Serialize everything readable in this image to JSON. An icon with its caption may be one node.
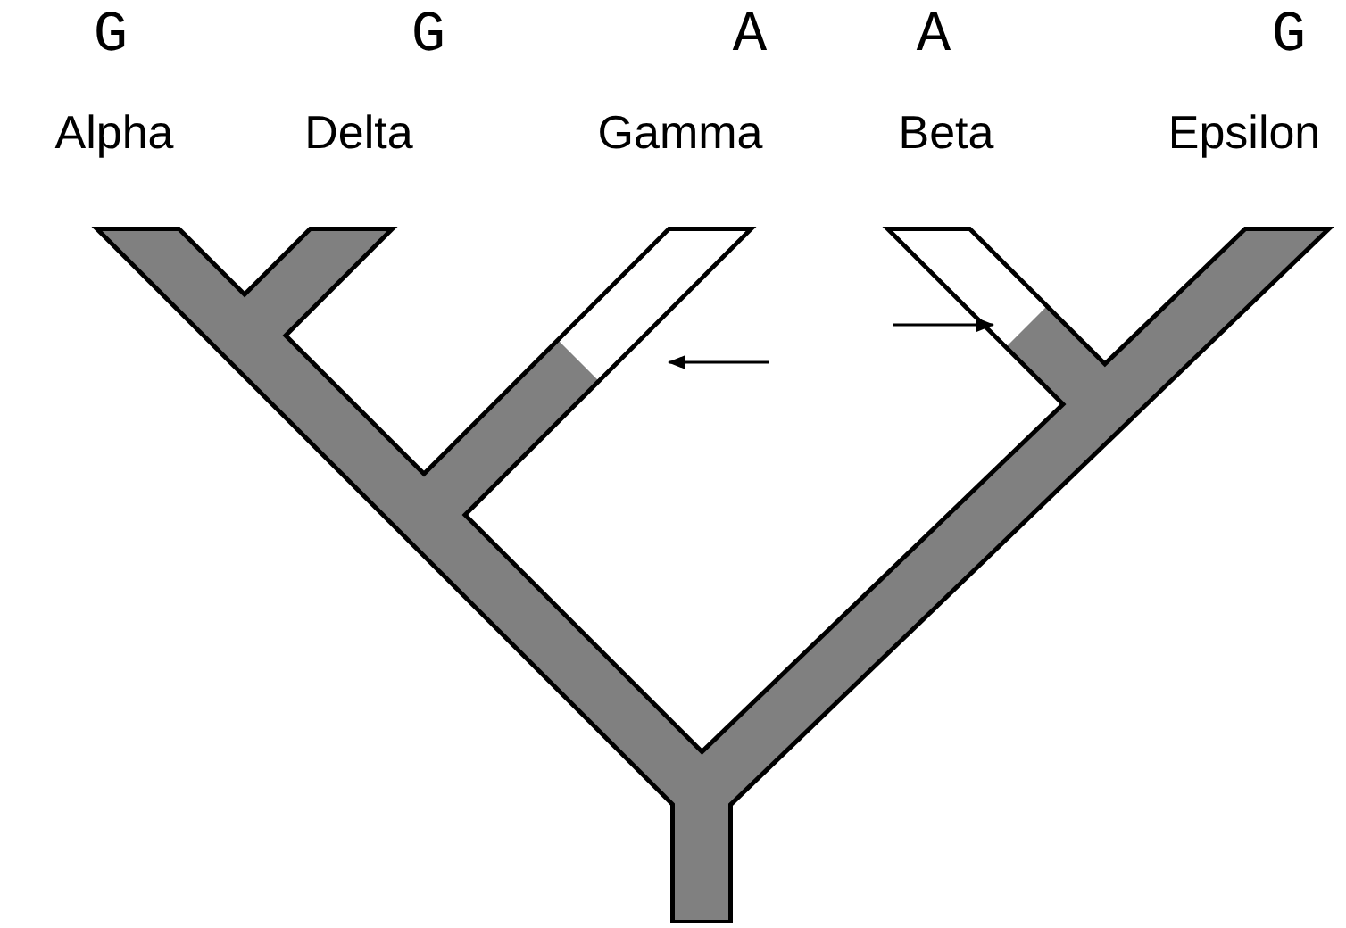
{
  "diagram": {
    "labels": [
      "G",
      "G",
      "A",
      "A",
      "G",
      "Alpha",
      "Delta",
      "Gamma",
      "Beta",
      "Epsilon"
    ]
  }
}
